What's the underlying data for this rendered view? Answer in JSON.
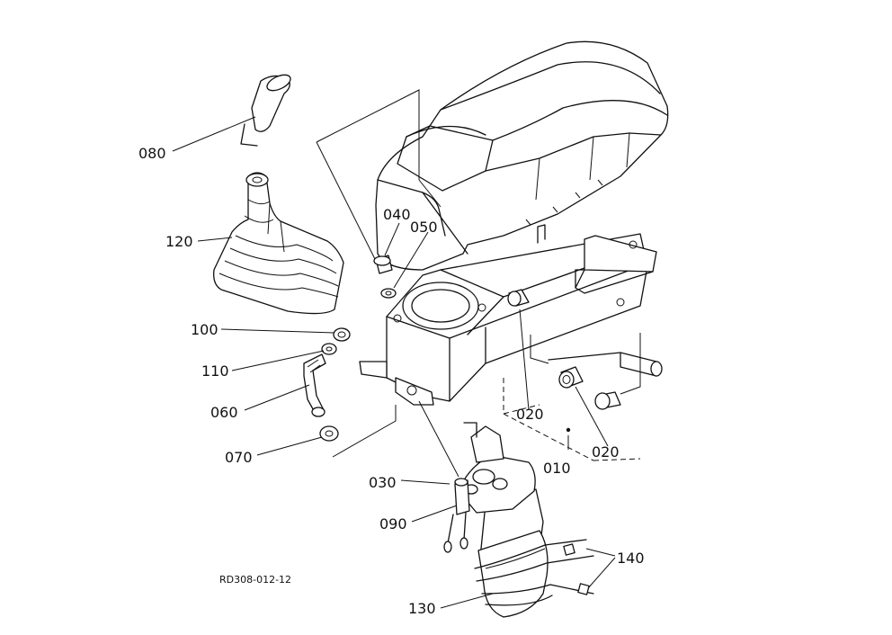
{
  "diagram": {
    "reference_code": "RD308-012-12",
    "parts": {
      "p010": "010",
      "p020a": "020",
      "p020b": "020",
      "p030": "030",
      "p040": "040",
      "p050": "050",
      "p060": "060",
      "p070": "070",
      "p080": "080",
      "p090": "090",
      "p100": "100",
      "p110": "110",
      "p120": "120",
      "p130": "130",
      "p140": "140"
    }
  }
}
